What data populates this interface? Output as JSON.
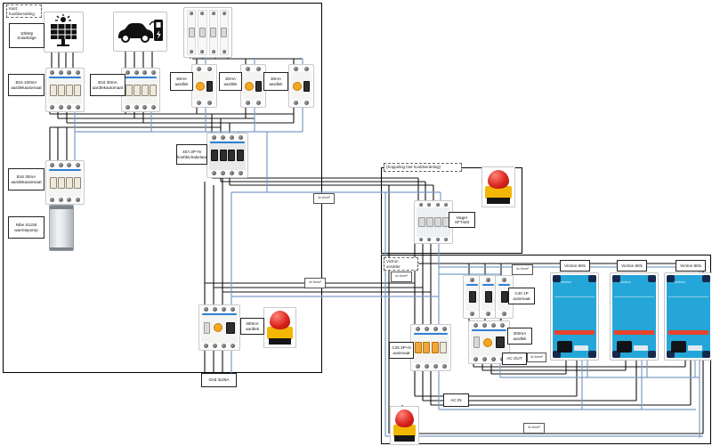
{
  "panels": {
    "board_title": "Kast:\nhoofdverdeling",
    "transfer_title": "(Koppeling met hoofdverdeling)",
    "victron_title": "Victron\nverdeler"
  },
  "labels": {
    "solaredge": "10kWp\nSolarEdge",
    "b16_100": "B16 100mA\naardlekautomaat",
    "b16_30": "B16 30mA\naardlekautomaat",
    "rcd_30": "30mA\naardlek",
    "main_switch": "40A 3P+N\nhoofdschakelaar",
    "nibe": "Nibe S1155\nwarmtepomp",
    "rcd_300": "300mA\naardlek",
    "grid": "Grid 3x25A",
    "hager": "Hager\nSFT440",
    "c40": "C40 1P\nautomaat",
    "ac_out": "AC OUT",
    "c25": "C25 3P+N\nautomaat",
    "ac_in": "AC IN",
    "victron": "Victron 6K5",
    "wire_spec": "4x 6mm²",
    "victron_logo": "victron"
  },
  "colors": {
    "wire_black": "#111111",
    "wire_blue": "#7b9dc8",
    "victron_blue": "#24a7d8",
    "victron_stripe": "#e8432a",
    "button_red": "#d8231c",
    "button_yellow": "#f2b705",
    "rcd_button_orange": "#f5a623",
    "eaton_blue": "#2f7fd6"
  }
}
